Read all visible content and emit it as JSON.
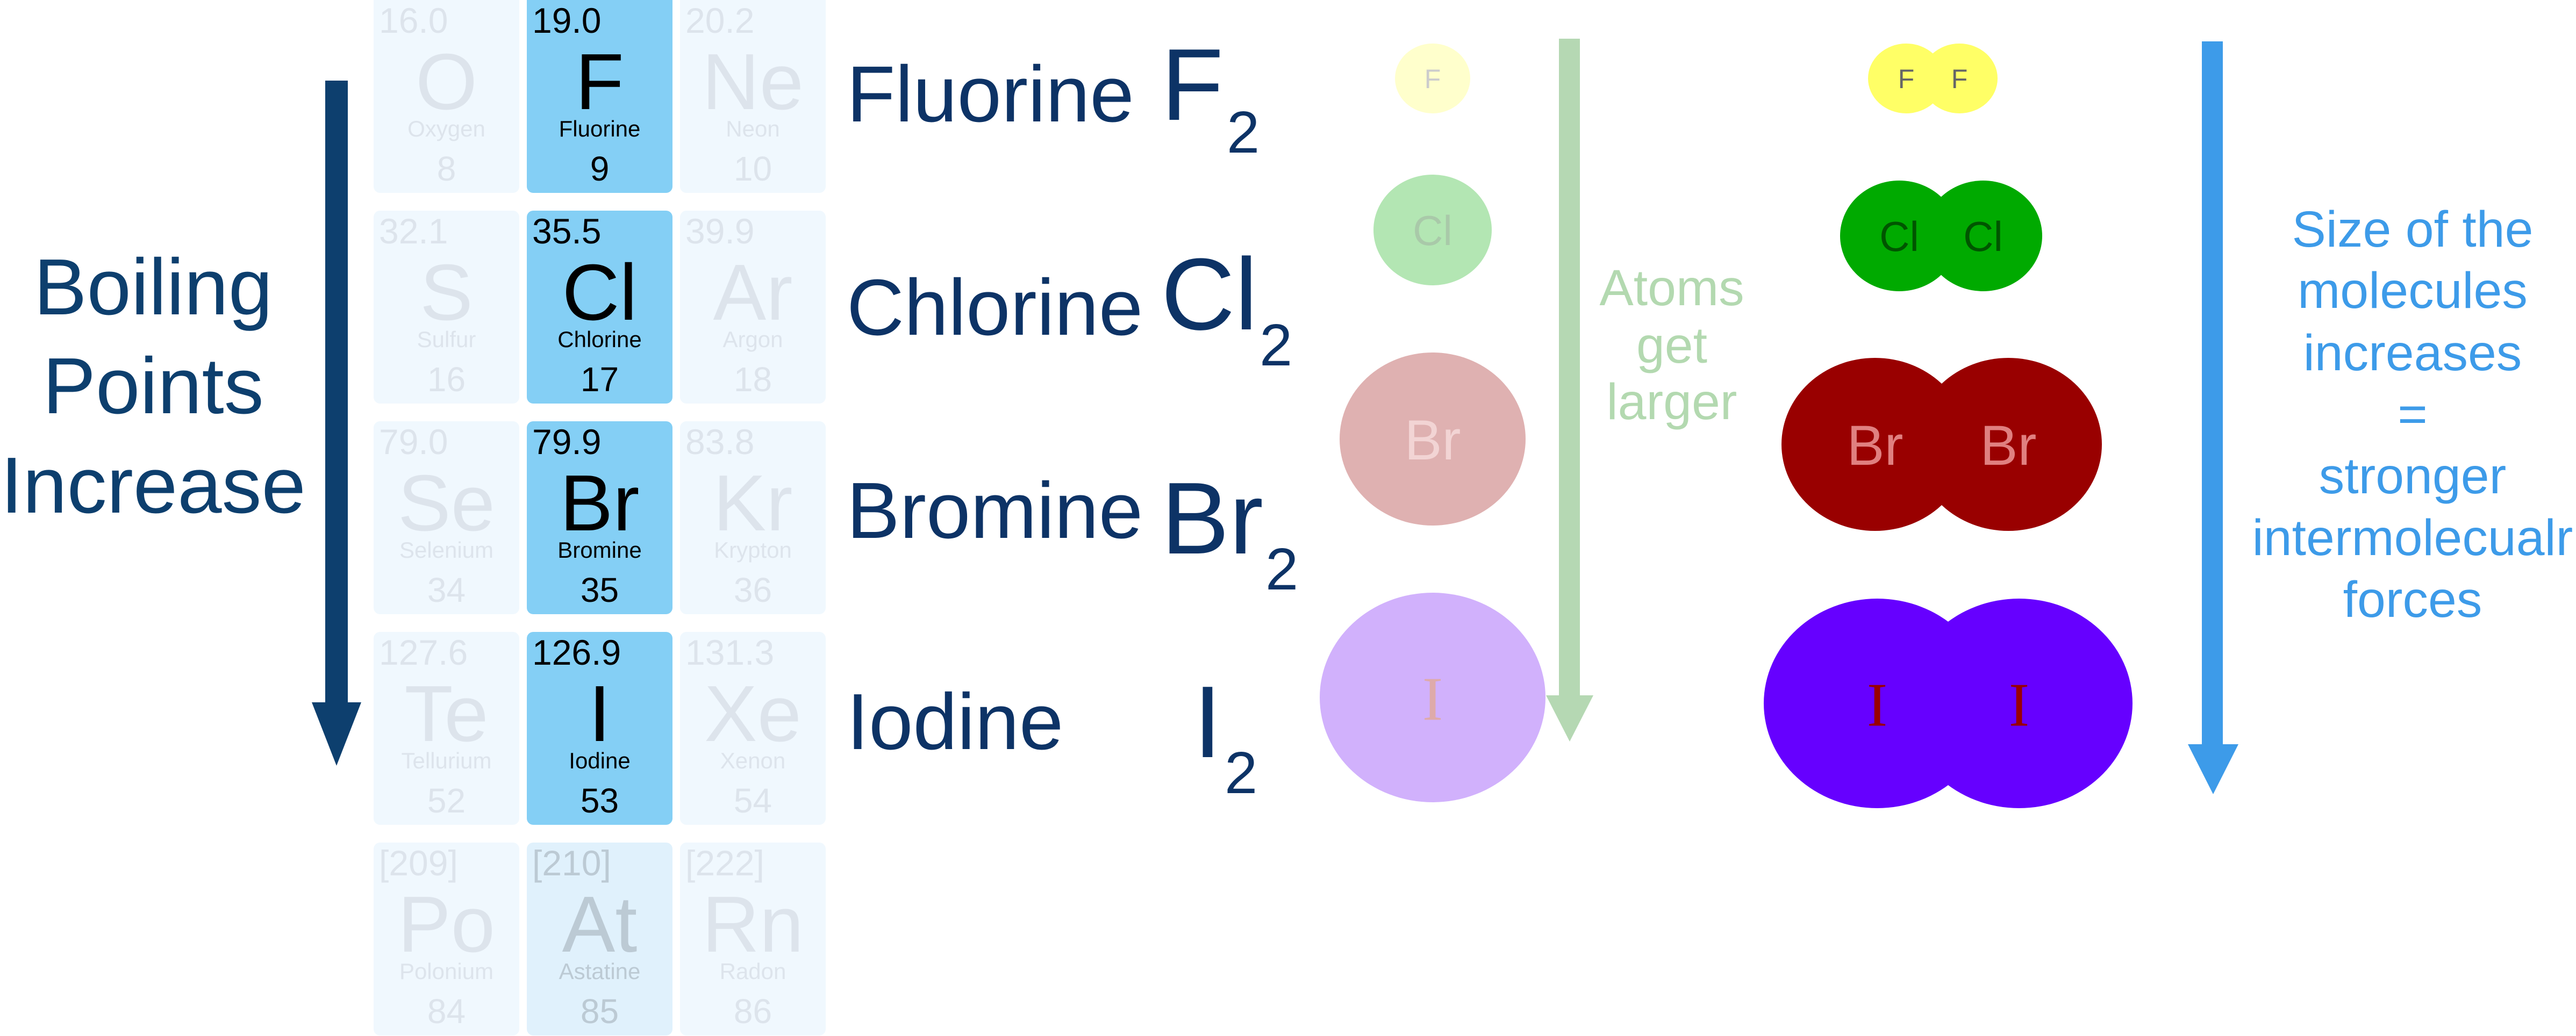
{
  "left_label": {
    "lines": [
      "Boiling",
      "Points",
      "Increase"
    ],
    "color": "#0d3f6e"
  },
  "periodic_table": {
    "rows": [
      [
        {
          "mass": "16.0",
          "symbol": "O",
          "name": "Oxygen",
          "number": "8",
          "state": "faded"
        },
        {
          "mass": "19.0",
          "symbol": "F",
          "name": "Fluorine",
          "number": "9",
          "state": "highlighted"
        },
        {
          "mass": "20.2",
          "symbol": "Ne",
          "name": "Neon",
          "number": "10",
          "state": "faded"
        }
      ],
      [
        {
          "mass": "32.1",
          "symbol": "S",
          "name": "Sulfur",
          "number": "16",
          "state": "faded"
        },
        {
          "mass": "35.5",
          "symbol": "Cl",
          "name": "Chlorine",
          "number": "17",
          "state": "highlighted"
        },
        {
          "mass": "39.9",
          "symbol": "Ar",
          "name": "Argon",
          "number": "18",
          "state": "faded"
        }
      ],
      [
        {
          "mass": "79.0",
          "symbol": "Se",
          "name": "Selenium",
          "number": "34",
          "state": "faded"
        },
        {
          "mass": "79.9",
          "symbol": "Br",
          "name": "Bromine",
          "number": "35",
          "state": "highlighted"
        },
        {
          "mass": "83.8",
          "symbol": "Kr",
          "name": "Krypton",
          "number": "36",
          "state": "faded"
        }
      ],
      [
        {
          "mass": "127.6",
          "symbol": "Te",
          "name": "Tellurium",
          "number": "52",
          "state": "faded"
        },
        {
          "mass": "126.9",
          "symbol": "I",
          "name": "Iodine",
          "number": "53",
          "state": "highlighted"
        },
        {
          "mass": "131.3",
          "symbol": "Xe",
          "name": "Xenon",
          "number": "54",
          "state": "faded"
        }
      ],
      [
        {
          "mass": "[209]",
          "symbol": "Po",
          "name": "Polonium",
          "number": "84",
          "state": "faded"
        },
        {
          "mass": "[210]",
          "symbol": "At",
          "name": "Astatine",
          "number": "85",
          "state": "faded-group"
        },
        {
          "mass": "[222]",
          "symbol": "Rn",
          "name": "Radon",
          "number": "86",
          "state": "faded"
        }
      ]
    ],
    "colors": {
      "highlighted": "#84cff5",
      "faded": "#f0f8fe",
      "faded-group": "#e0f1fc",
      "faded_text": "#dde4ec",
      "faded_group_text": "#bccad4"
    }
  },
  "halogens": [
    {
      "name": "Fluorine",
      "formula": "F",
      "subscript": "2"
    },
    {
      "name": "Chlorine",
      "formula": "Cl",
      "subscript": "2"
    },
    {
      "name": "Bromine",
      "formula": "Br",
      "subscript": "2"
    },
    {
      "name": "Iodine",
      "formula": "I",
      "subscript": "2"
    }
  ],
  "atoms": [
    {
      "label": "F",
      "fill": "#ffffcc",
      "text_color": "#cccccc"
    },
    {
      "label": "Cl",
      "fill": "#b3e6b3",
      "text_color": "#a9c9a9"
    },
    {
      "label": "Br",
      "fill": "#dfb1b1",
      "text_color": "#f2d4d4"
    },
    {
      "label": "I",
      "fill": "#d1b1fc",
      "text_color": "#deaaaa"
    }
  ],
  "atoms_label": {
    "lines": [
      "Atoms",
      "get",
      "larger"
    ],
    "color": "#b3d9b0",
    "arrow_color": "#b5d8b3"
  },
  "molecules": [
    {
      "label": "F",
      "fill": "#ffff66",
      "text_color": "#666666"
    },
    {
      "label": "Cl",
      "fill": "#00aa00",
      "text_color": "#005500"
    },
    {
      "label": "Br",
      "fill": "#990000",
      "text_color": "#e08080"
    },
    {
      "label": "I",
      "fill": "#6600ff",
      "text_color": "#990000"
    }
  ],
  "molecules_label": {
    "lines": [
      "Size of the",
      "molecules",
      "increases",
      "=",
      "stronger",
      "intermolecualr",
      "forces"
    ],
    "color": "#3d9be9"
  }
}
